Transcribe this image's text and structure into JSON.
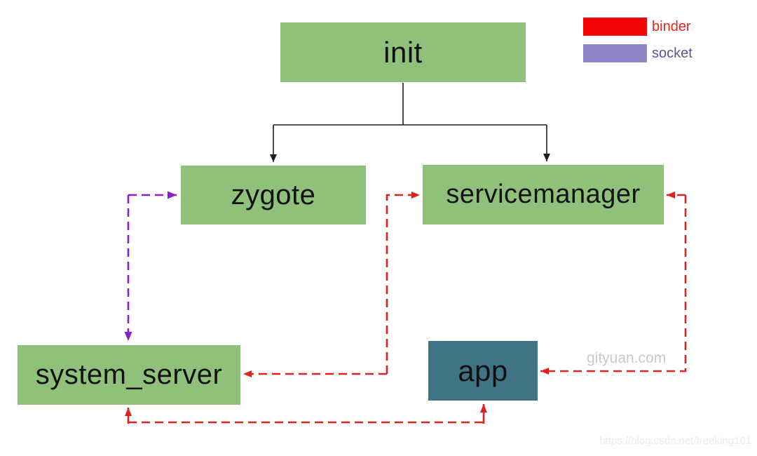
{
  "nodes": {
    "init": {
      "label": "init"
    },
    "zygote": {
      "label": "zygote"
    },
    "servicemanager": {
      "label": "servicemanager"
    },
    "system_server": {
      "label": "system_server"
    },
    "app": {
      "label": "app"
    }
  },
  "legend": {
    "binder": {
      "label": "binder",
      "color": "#F20505"
    },
    "socket": {
      "label": "socket",
      "color": "#8D85C6"
    }
  },
  "connections": [
    {
      "from": "init",
      "to": "zygote",
      "type": "fork",
      "style": "solid",
      "color": "#1F1F1F"
    },
    {
      "from": "init",
      "to": "servicemanager",
      "type": "fork",
      "style": "solid",
      "color": "#1F1F1F"
    },
    {
      "from": "zygote",
      "to": "system_server",
      "type": "socket",
      "style": "dashed",
      "bidirectional": true,
      "color": "#8A1FD0"
    },
    {
      "from": "system_server",
      "to": "servicemanager",
      "type": "binder",
      "style": "dashed",
      "bidirectional": true,
      "color": "#DD2222"
    },
    {
      "from": "app",
      "to": "servicemanager",
      "type": "binder",
      "style": "dashed",
      "bidirectional": true,
      "color": "#DD2222"
    },
    {
      "from": "system_server",
      "to": "app",
      "type": "binder",
      "style": "dashed",
      "bidirectional": true,
      "color": "#DD2222"
    }
  ],
  "watermarks": {
    "center": "gityuan.com",
    "bottom": "https://blog.csdn.net/freeking101"
  },
  "colors": {
    "node_green": "#8FC17A",
    "node_teal": "#417386",
    "binder_red": "#DD2222",
    "socket_purple": "#8A1FD0",
    "legend_red": "#F20505",
    "legend_purple": "#8D85C6",
    "legend_binder_text": "#E3261F",
    "legend_socket_text": "#5C5397",
    "line_black": "#1F1F1F",
    "watermark_gray": "#C9C9C9",
    "watermark_faint": "#EBEBEB",
    "canvas_bg": "#FFFFFF"
  }
}
